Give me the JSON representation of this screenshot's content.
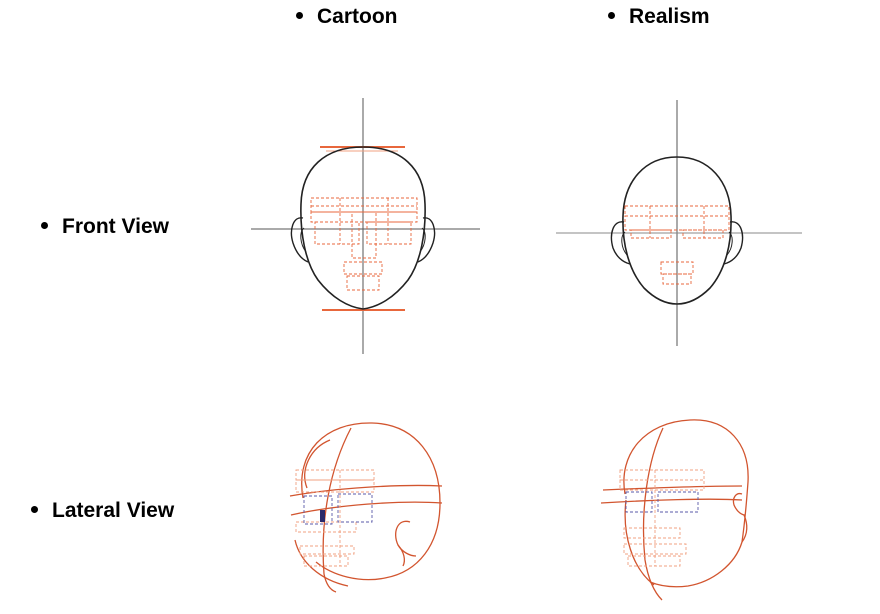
{
  "columns": {
    "cartoon": "Cartoon",
    "realism": "Realism"
  },
  "rows": {
    "front": "Front View",
    "lateral": "Lateral View"
  },
  "colors": {
    "outline": "#222222",
    "axis": "#555555",
    "guide_orange": "#e8673c",
    "guide_orange_light": "#f0a080",
    "guide_blue": "#5a5aa8",
    "sketch": "#d2552f"
  }
}
